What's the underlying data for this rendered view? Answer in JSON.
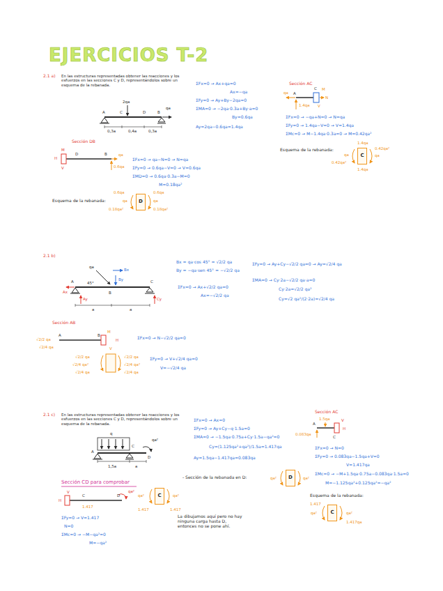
{
  "diagram": {
    "title": "EJERCICIOS T-2",
    "nodes": [
      {
        "text": [
          "C"
        ]
      },
      {
        "text": [
          "D"
        ]
      },
      {
        "text": [
          "D"
        ]
      },
      {
        "text": [
          "C"
        ]
      },
      {
        "text": [
          "C"
        ]
      }
    ],
    "labels": [
      "2.1 a)",
      "En las estructuras representadas obtener las reacciones y los esfuerzos en las secciones C y D, representándolos sobre un esquema de la rebanada.",
      "2qa",
      "qa",
      "A",
      "C",
      "D",
      "B",
      "0,3a",
      "0,4a",
      "0,3a",
      "ΣFx=0 → Ax+qa=0",
      "Ax=−qa",
      "ΣFy=0 → Ay+By−2qa=0",
      "ΣMA=0 → −2qa·0.3a+By·a=0",
      "By=0.6qa",
      "Ay=2qa−0.6qa=1.4qa",
      "Sección AC",
      "A",
      "qa",
      "1.4qa",
      "C",
      "M",
      "N",
      "V",
      "ΣFx=0 → −qa+N=0 → N=qa",
      "ΣFy=0 → 1.4qa−V=0 → V=1.4qa",
      "ΣMc=0 → M−1.4qa·0.3a=0 → M=0.42qa²",
      "Esquema de la rebanada:",
      "1.4qa",
      "qa",
      "0.42qa²",
      "0.42qa²",
      "qa",
      "1.4qa",
      "Sección DB",
      "H",
      "M",
      "V",
      "D",
      "B",
      "qa",
      "0.6qa",
      "ΣFx=0 → qa−N=0 → N=qa",
      "ΣFy=0 → 0.6qa−V=0 → V=0.6qa",
      "ΣMD=0 → 0.6qa·0.3a−M=0",
      "M=0.18qa²",
      "Esquema de la rebanada:",
      "0.6qa",
      "qa",
      "0.18qa²",
      "0.6qa",
      "qa",
      "0.18qa²",
      "2.1 b)",
      "qa",
      "45°",
      "Bx",
      "By",
      "A",
      "B",
      "C",
      "Ax",
      "Ay",
      "Cy",
      "a",
      "a",
      "Bx = qa·cos 45° = √2/2 qa",
      "By = −qa·sen 45° = −√2/2 qa",
      "ΣFx=0 → Ax+√2/2 qa=0",
      "Ax=−√2/2 qa",
      "ΣFy=0 → Ay+Cy−√2/2 qa=0 → Ay=√2/4 qa",
      "ΣMA=0 → Cy·2a−√2/2 qa·a=0",
      "Cy·2a=√2/2 qa²",
      "Cy=√2 qa²/(2·2a)=√2/4 qa",
      "Sección AB",
      "A",
      "B",
      "√2/2 qa",
      "√2/4 qa",
      "M",
      "H",
      "V",
      "ΣFx=0 → N−√2/2 qa=0",
      "ΣFy=0 → V+√2/4 qa=0",
      "V=−√2/4 qa",
      "√2/2 qa",
      "√2/4 qa²",
      "√2/4 qa",
      "√2/2 qa",
      "√2/4 qa²",
      "√2/4 qa",
      "2.1 c)",
      "En las estructuras representadas obtener las reacciones y los esfuerzos en las secciones C y D, representándolos sobre un esquema de la rebanada.",
      "q",
      "qa²",
      "A",
      "C",
      "D",
      "1,5a",
      "a",
      "ΣFx=0 → Ax=0",
      "ΣFy=0 → Ay+Cy−q·1.5a=0",
      "ΣMA=0 → −1.5qa·0.75a+Cy·1.5a−qa²=0",
      "Cy=(1.125qa²+qa²)/1.5a=1.417qa",
      "Ay=1.5qa−1.417qa=0.083qa",
      "- Sección de la rebanada en D:",
      "qa²",
      "qa²",
      "Sección AC",
      "1.5qa",
      "A",
      "C",
      "0.083qa",
      "V",
      "H",
      "ΣFx=0 → N=0",
      "ΣFy=0 → 0.083qa−1.5qa+V=0",
      "V=1.417qa",
      "ΣMc=0 → −M+1.5qa·0.75a−0.083qa·1.5a=0",
      "M=−1.125qa²+0.125qa²=−qa²",
      "Esquema de la rebanada:",
      "1.417",
      "qa²",
      "qa²",
      "1.417qa",
      "Sección CD para comprobar",
      "H",
      "V",
      "C",
      "D",
      "qa²",
      "1.417",
      "ΣFy=0 → V=1.417",
      "N=0",
      "ΣMc=0 → −M−qa²=0",
      "M=−qa²",
      "qa²",
      "qa²",
      "1.417",
      "1.417",
      "La dibujamos aquí pero no hay ninguna carga hasta D, entonces no se pone ahí."
    ]
  }
}
